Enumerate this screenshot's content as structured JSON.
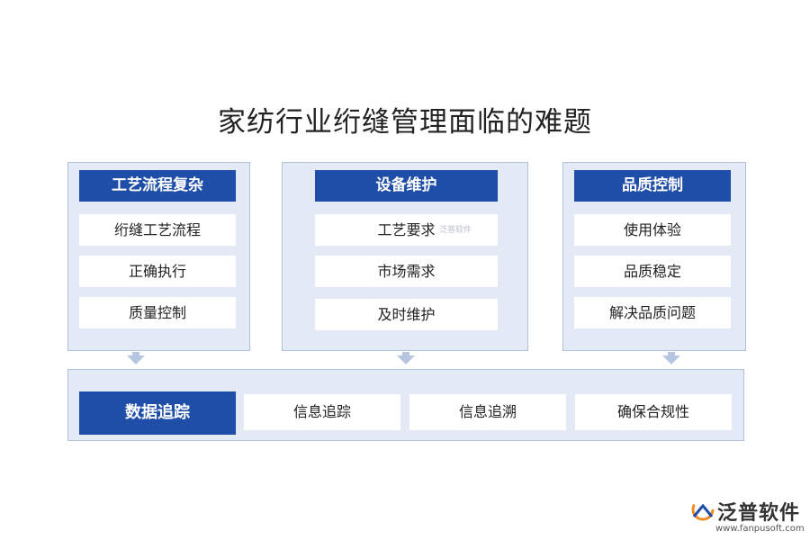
{
  "title": "家纺行业绗缝管理面临的难题",
  "panels": [
    {
      "header": "工艺流程复杂",
      "items": [
        "绗缝工艺流程",
        "正确执行",
        "质量控制"
      ]
    },
    {
      "header": "设备维护",
      "items": [
        "工艺要求",
        "市场需求",
        "及时维护"
      ]
    },
    {
      "header": "品质控制",
      "items": [
        "使用体验",
        "品质稳定",
        "解决品质问题"
      ]
    }
  ],
  "bottom": {
    "header": "数据追踪",
    "items": [
      "信息追踪",
      "信息追溯",
      "确保合规性"
    ]
  },
  "watermark": "泛普软件",
  "logo": {
    "name": "泛普软件",
    "url": "www.fanpusoft.com"
  },
  "colors": {
    "header_blue": "#1f4ea8",
    "panel_bg": "#e4eaf5",
    "panel_border": "#b3c2dc",
    "arrow": "#b7c6e0",
    "logo_orange": "#f08a24",
    "logo_blue": "#1f4ea8"
  }
}
